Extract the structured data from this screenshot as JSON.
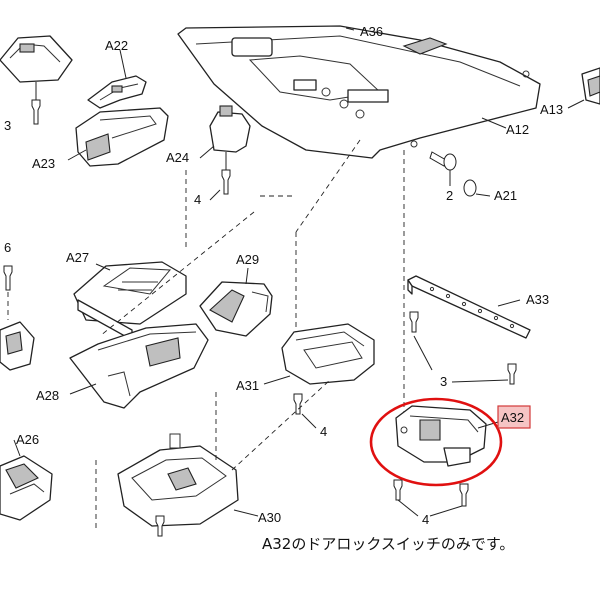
{
  "labels": {
    "A12": "A12",
    "A13": "A13",
    "A21": "A21",
    "A22": "A22",
    "A23": "A23",
    "A24": "A24",
    "A26": "A26",
    "A27": "A27",
    "A28": "A28",
    "A29": "A29",
    "A30": "A30",
    "A31": "A31",
    "A32": "A32",
    "A33": "A33",
    "A36": "A36",
    "n2": "2",
    "n3a": "3",
    "n3b": "3",
    "n4a": "4",
    "n4b": "4",
    "n4c": "4",
    "n6": "6"
  },
  "highlight": {
    "ring_color": "#e01010",
    "label_fill": "#f6c4c4"
  },
  "note": "A32のドアロックスイッチのみです。"
}
